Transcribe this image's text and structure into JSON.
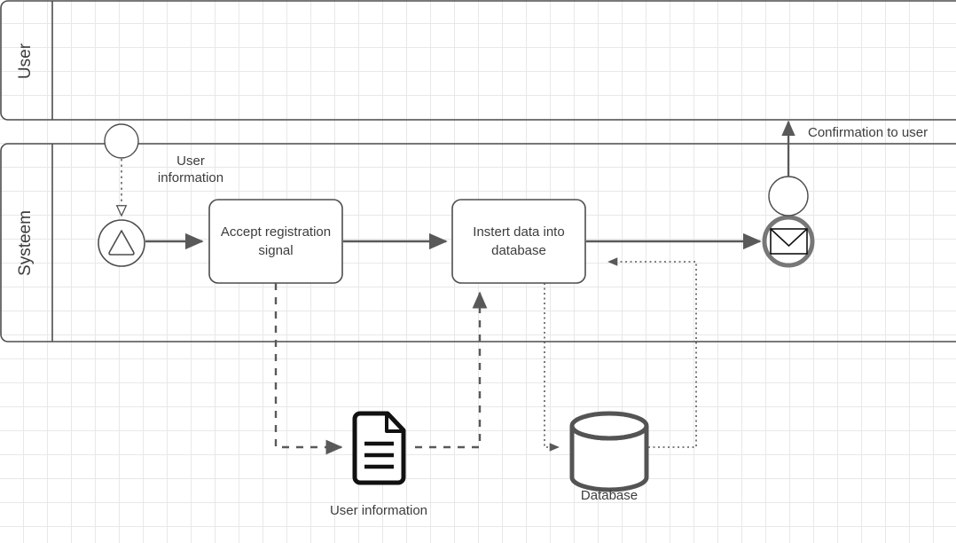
{
  "diagram": {
    "type": "bpmn-process-diagram",
    "background": "#ffffff",
    "grid_color": "#e8e8e8",
    "stroke_color": "#4d4d4d",
    "icon_color": "#111111",
    "text_color": "#3c3c3c"
  },
  "lanes": [
    {
      "id": "lane-user",
      "label": "User"
    },
    {
      "id": "lane-systeem",
      "label": "Systeem"
    }
  ],
  "events": [
    {
      "id": "start-event",
      "icon": "signal-triangle-icon",
      "kind": "signal-start-event",
      "label": ""
    },
    {
      "id": "end-event",
      "icon": "envelope-icon",
      "kind": "message-end-event",
      "label": ""
    },
    {
      "id": "message-source-circle",
      "icon": "circle-icon",
      "kind": "message-flow-node",
      "label": ""
    },
    {
      "id": "message-target-circle",
      "icon": "circle-icon",
      "kind": "message-flow-node",
      "label": ""
    }
  ],
  "tasks": [
    {
      "id": "task-accept",
      "label": "Accept registration signal"
    },
    {
      "id": "task-insert",
      "label": "Instert data into database"
    }
  ],
  "artifacts": [
    {
      "id": "data-object-user-info",
      "icon": "document-icon",
      "label": "User information"
    },
    {
      "id": "data-store-database",
      "icon": "database-cylinder-icon",
      "label": "Database"
    }
  ],
  "flow_labels": [
    {
      "id": "label-user-information",
      "text_line1": "User",
      "text_line2": "information"
    },
    {
      "id": "label-confirmation",
      "text": "Confirmation to user"
    }
  ]
}
